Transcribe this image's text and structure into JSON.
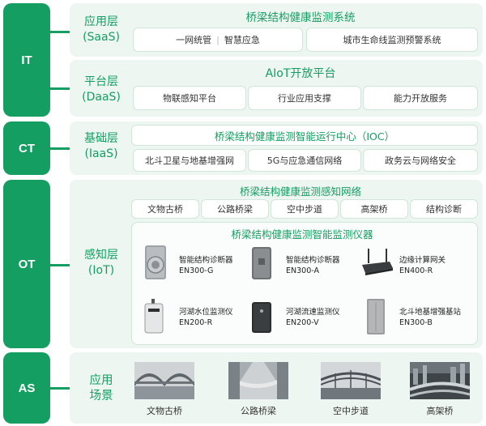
{
  "tabs": {
    "it": "IT",
    "ct": "CT",
    "ot": "OT",
    "as": "AS"
  },
  "saas": {
    "name": "应用层",
    "en": "(SaaS)",
    "title": "桥梁结构健康监测系统",
    "box1_a": "一网统管",
    "box1_b": "智慧应急",
    "box2": "城市生命线监测预警系统"
  },
  "daas": {
    "name": "平台层",
    "en": "(DaaS)",
    "title": "AIoT开放平台",
    "items": [
      "物联感知平台",
      "行业应用支撑",
      "能力开放服务"
    ]
  },
  "iaas": {
    "name": "基础层",
    "en": "(IaaS)",
    "title": "桥梁结构健康监测智能运行中心（IOC）",
    "items": [
      "北斗卫星与地基增强网",
      "5G与应急通信网络",
      "政务云与网络安全"
    ]
  },
  "iot": {
    "name": "感知层",
    "en": "(IoT)",
    "title": "桥梁结构健康监测感知网络",
    "items": [
      "文物古桥",
      "公路桥梁",
      "空中步道",
      "高架桥",
      "结构诊断"
    ],
    "instrument_title": "桥梁结构健康监测智能监测仪器",
    "devices": [
      {
        "name": "智能结构诊断器",
        "model": "EN300-G"
      },
      {
        "name": "智能结构诊断器",
        "model": "EN300-A"
      },
      {
        "name": "边缘计算网关",
        "model": "EN400-R"
      },
      {
        "name": "河湖水位监测仪",
        "model": "EN200-R"
      },
      {
        "name": "河湖流速监测仪",
        "model": "EN200-V"
      },
      {
        "name": "北斗地基增强基站",
        "model": "EN300-B"
      }
    ]
  },
  "scenes": {
    "name": "应用场景",
    "name_line1": "应用",
    "name_line2": "场景",
    "items": [
      "文物古桥",
      "公路桥梁",
      "空中步道",
      "高架桥"
    ]
  },
  "colors": {
    "accent": "#149e62",
    "panel": "#eef6f1",
    "border": "#cfe6da"
  }
}
